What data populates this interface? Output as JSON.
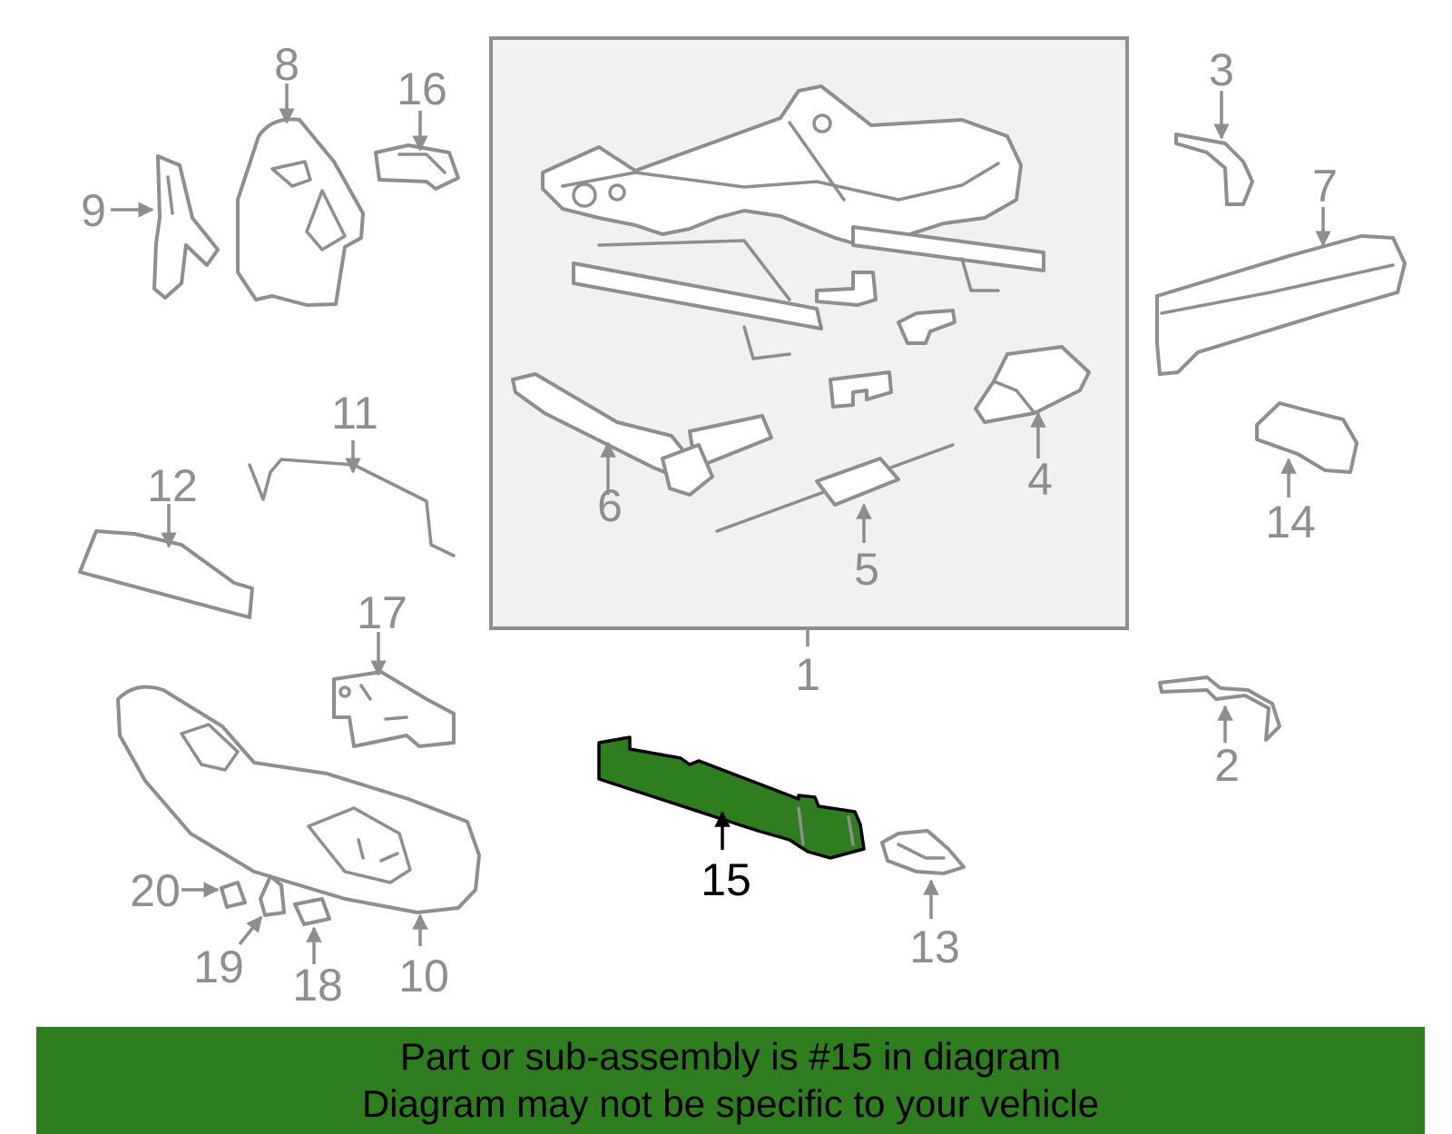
{
  "colors": {
    "highlight": "#2e7d1e",
    "parts": "#8e8e8e",
    "inset_bg": "#f1f1f1"
  },
  "highlighted_part": "15",
  "callouts": {
    "c1": "1",
    "c2": "2",
    "c3": "3",
    "c4": "4",
    "c5": "5",
    "c6": "6",
    "c7": "7",
    "c8": "8",
    "c9": "9",
    "c10": "10",
    "c11": "11",
    "c12": "12",
    "c13": "13",
    "c14": "14",
    "c15": "15",
    "c16": "16",
    "c17": "17",
    "c18": "18",
    "c19": "19",
    "c20": "20"
  },
  "banner": {
    "line1": "Part or sub-assembly is #15 in diagram",
    "line2": "Diagram may not be specific to your vehicle"
  }
}
